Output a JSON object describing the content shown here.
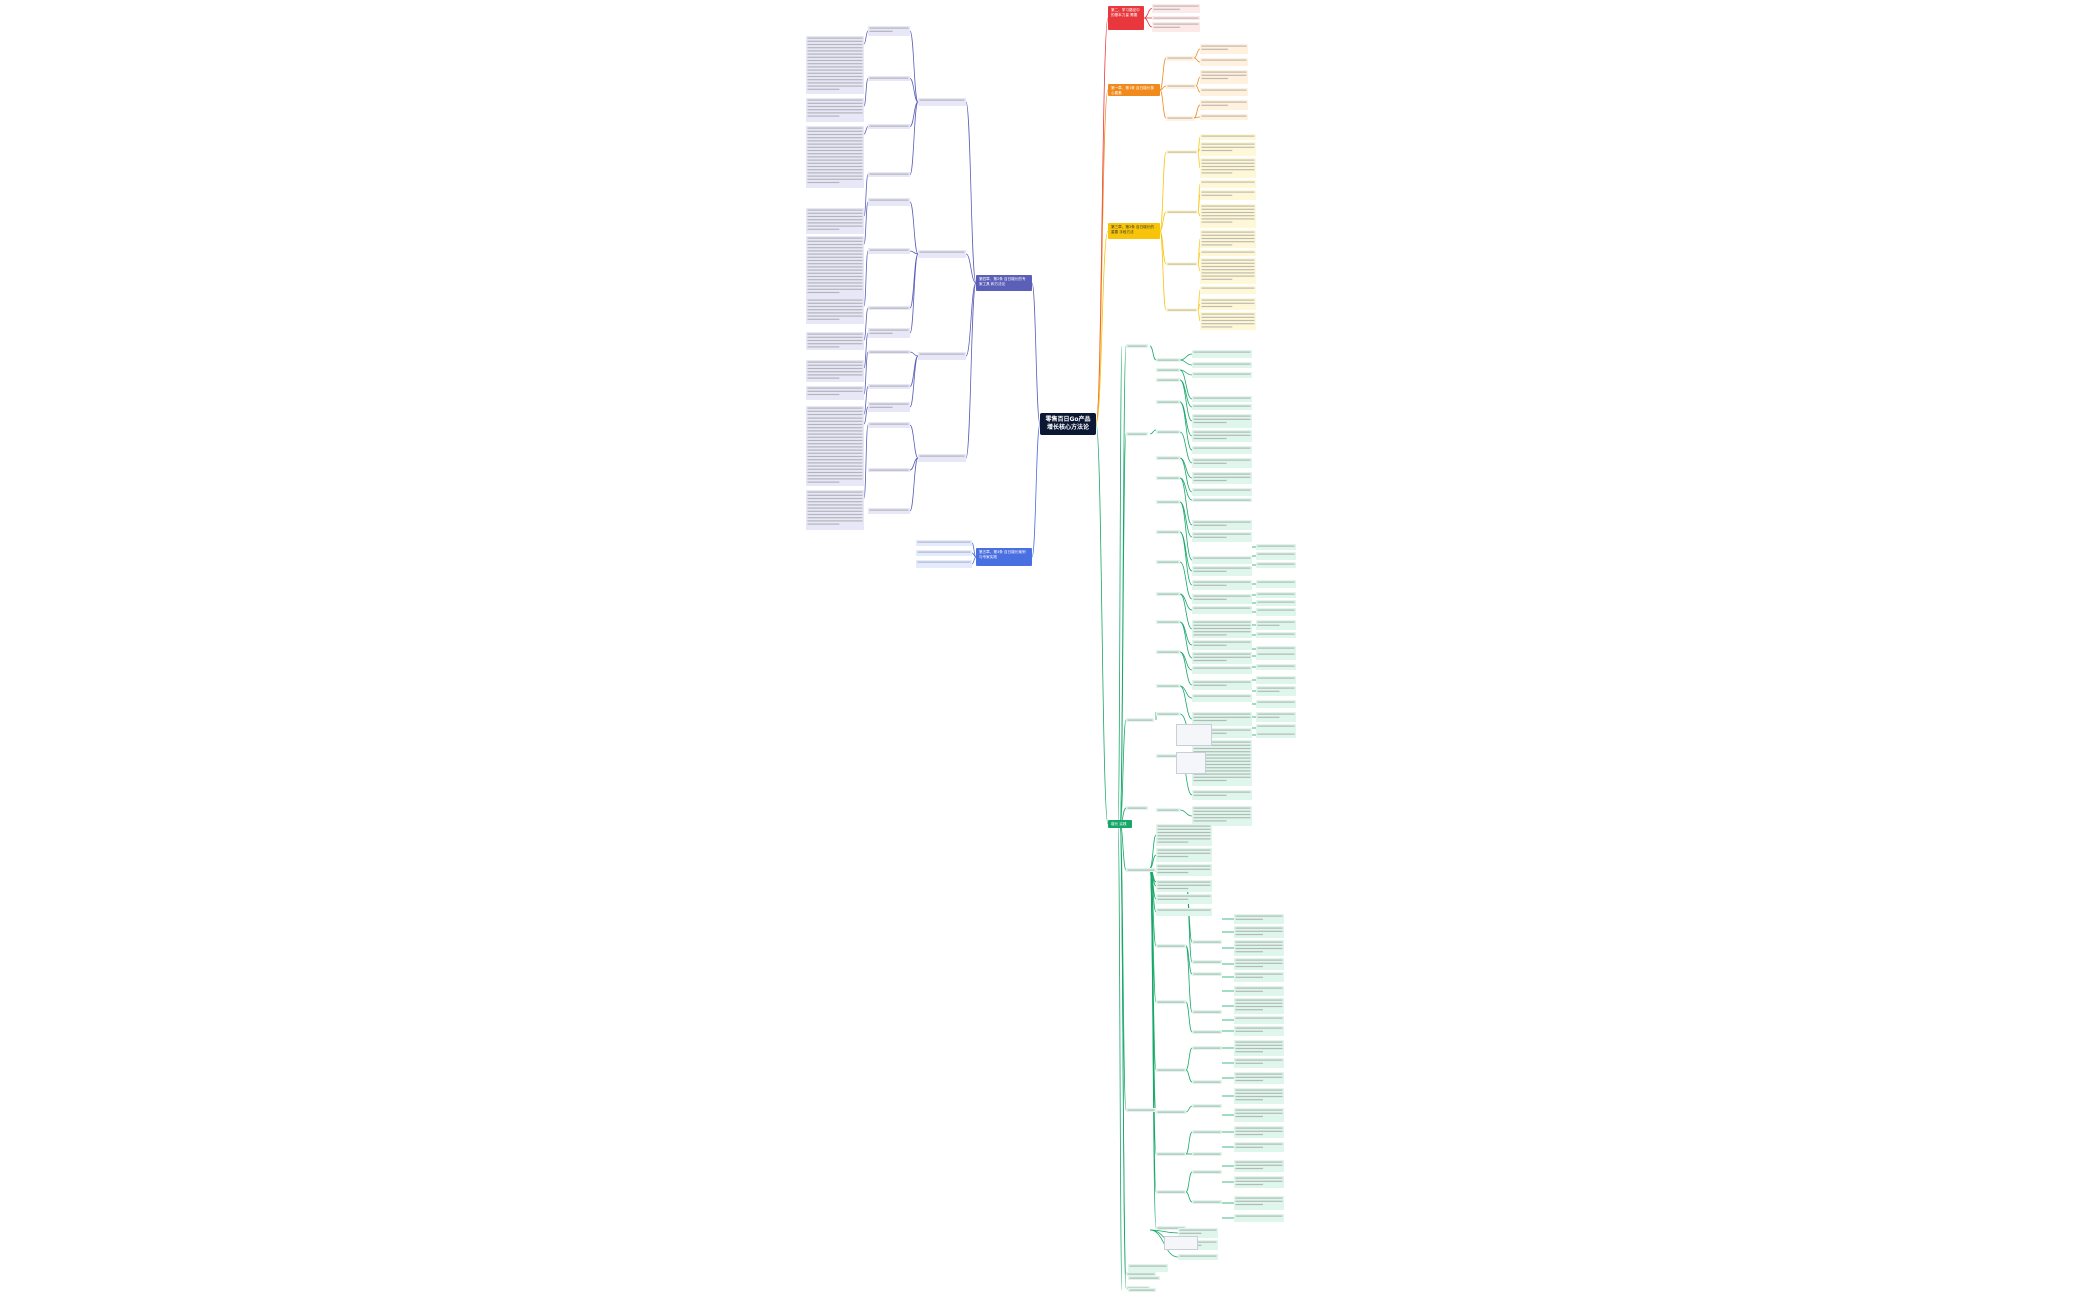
{
  "central": "零售百日Go产品增长核心方法论",
  "branches": [
    {
      "id": "b1",
      "label": "第二、学习路径中的基本力量 需要",
      "color": "#e8383d"
    },
    {
      "id": "b2",
      "label": "第一章、第1条 百日增长核心要素",
      "color": "#f08a1d"
    },
    {
      "id": "b3",
      "label": "第三章、第2条 百日增长的重要 手段方法",
      "color": "#f7c40a"
    },
    {
      "id": "b4",
      "label": "第四章、第2条 百日增长的专家工具 和方法论",
      "color": "#5b5fb8"
    },
    {
      "id": "b5",
      "label": "第五章、第3条 百日增长案例 与专家实践",
      "color": "#4a6fe0"
    },
    {
      "id": "b6",
      "label": "增长 实践",
      "color": "#17a869"
    }
  ],
  "colors": {
    "red": "#e8383d",
    "orange": "#f08a1d",
    "yellow": "#f7c40a",
    "purple": "#5b5fb8",
    "blue": "#4a6fe0",
    "green": "#17a869"
  }
}
